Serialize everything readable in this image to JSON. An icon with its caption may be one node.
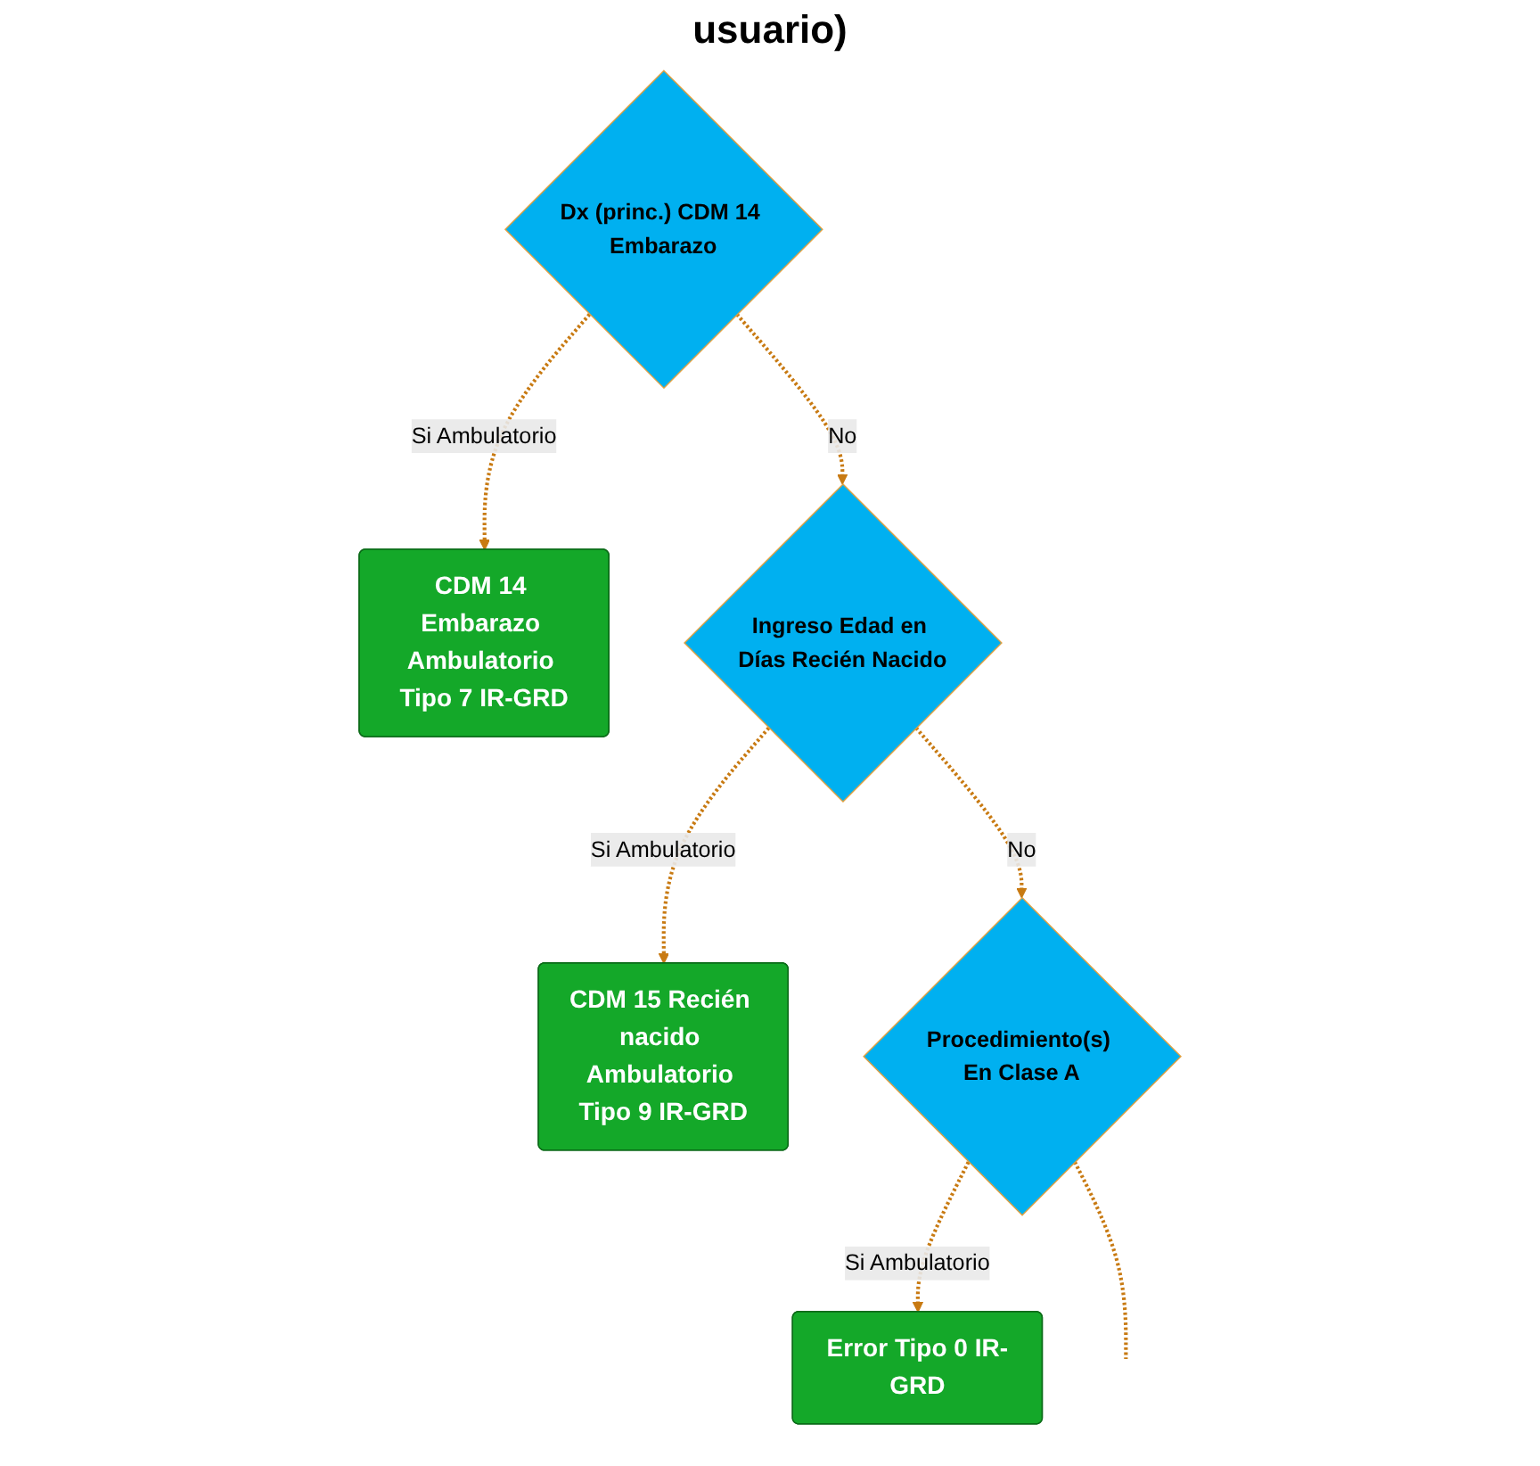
{
  "diagram": {
    "nodes": [
      {
        "text": [
          "Dx (princ.) CDM 14 Embarazo"
        ]
      },
      {
        "text": [
          "CDM 14 Embarazo Ambulatorio Tipo 7 IR-GRD"
        ]
      },
      {
        "text": [
          "Ingreso Edad en Días Recién Nacido"
        ]
      },
      {
        "text": [
          "CDM 15 Recién nacido Ambulatorio Tipo 9 IR-GRD"
        ]
      },
      {
        "text": [
          "Procedimiento(s) En Clase A"
        ]
      },
      {
        "text": [
          "Error Tipo 0 IR-GRD"
        ]
      }
    ],
    "edges": [
      {
        "from": 0,
        "to": 1,
        "arrow": "to",
        "label": "Si Ambulatorio",
        "style": "dashed"
      },
      {
        "from": 0,
        "to": 2,
        "arrow": "to",
        "label": "No",
        "style": "dashed"
      },
      {
        "from": 2,
        "to": 3,
        "arrow": "to",
        "label": "Si Ambulatorio",
        "style": "dashed"
      },
      {
        "from": 2,
        "to": 4,
        "arrow": "to",
        "label": "No",
        "style": "dashed"
      },
      {
        "from": 4,
        "to": 5,
        "arrow": "to",
        "label": "Si Ambulatorio",
        "style": "dashed"
      },
      {
        "from": 4,
        "to": null,
        "arrow": "none",
        "style": "dashed"
      }
    ],
    "labels": [
      "usuario)"
    ]
  }
}
